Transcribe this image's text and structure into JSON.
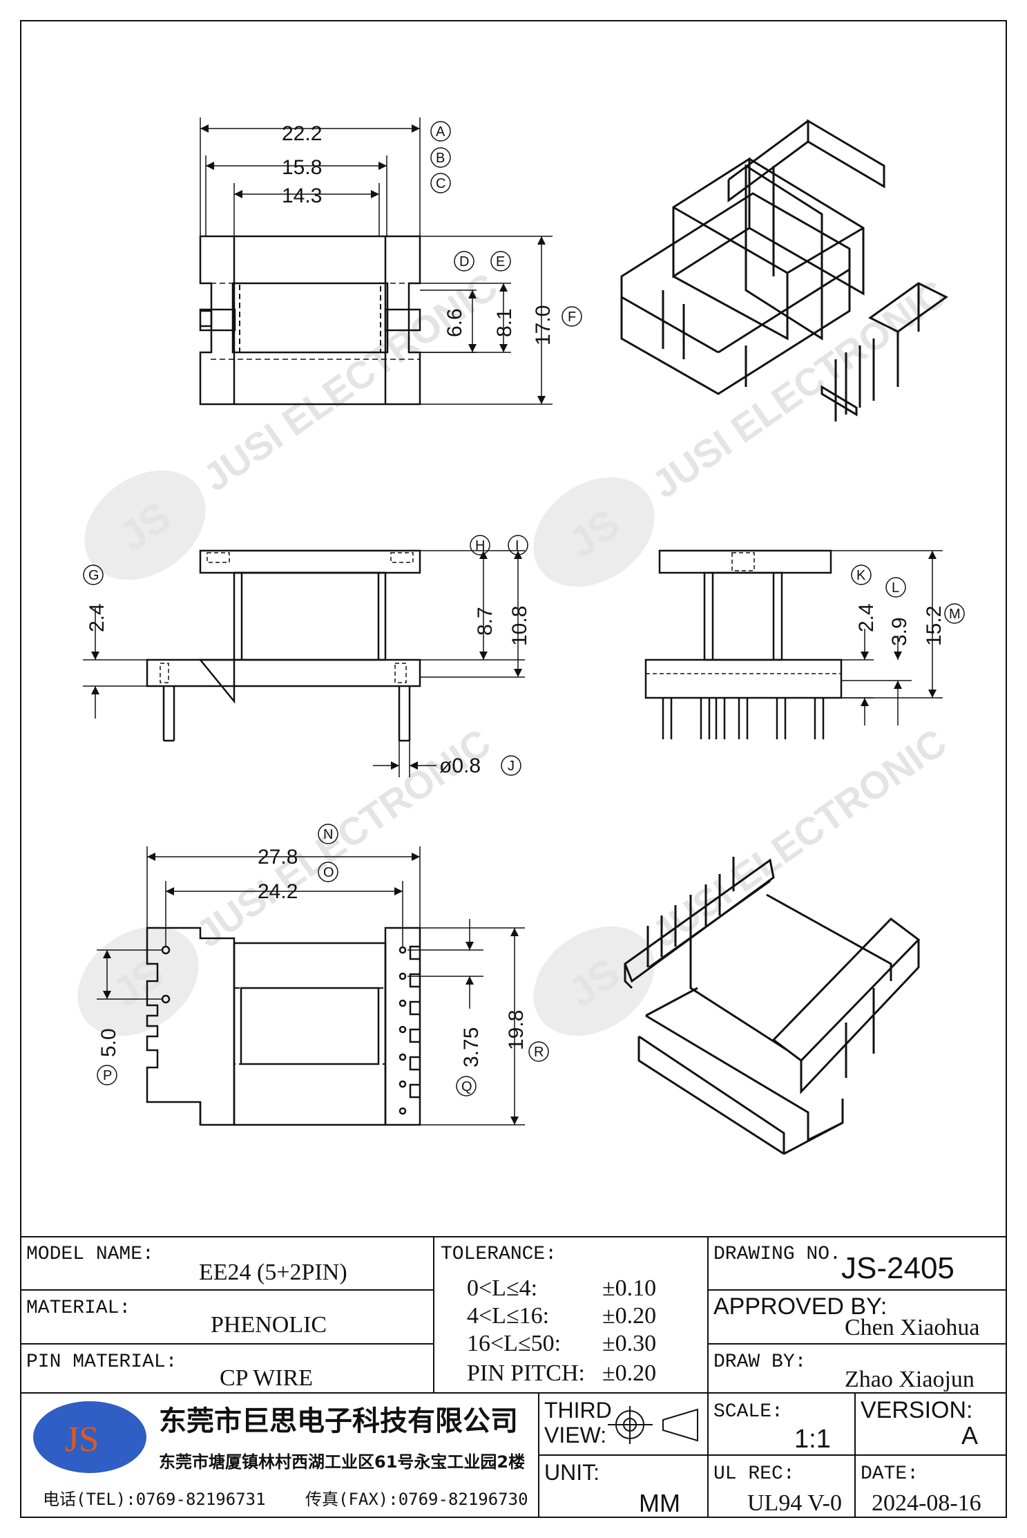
{
  "watermark": {
    "logo_text": "JS",
    "text": "JUSI ELECTRONIC"
  },
  "top_view": {
    "dims": [
      "22.2",
      "15.8",
      "14.3",
      "6.6",
      "8.1",
      "17.0"
    ],
    "markers": [
      "A",
      "B",
      "C",
      "D",
      "E",
      "F"
    ]
  },
  "front_view": {
    "dims": [
      "2.4",
      "8.7",
      "10.8",
      "ø0.8"
    ],
    "markers": [
      "G",
      "H",
      "I",
      "J"
    ]
  },
  "side_view": {
    "dims": [
      "2.4",
      "3.9",
      "15.2"
    ],
    "markers": [
      "K",
      "L",
      "M"
    ]
  },
  "bottom_view": {
    "dims": [
      "27.8",
      "24.2",
      "5.0",
      "3.75",
      "19.8"
    ],
    "markers": [
      "N",
      "O",
      "P",
      "Q",
      "R"
    ]
  },
  "title_block": {
    "model_name_label": "MODEL NAME:",
    "model_name": "EE24 (5+2PIN)",
    "material_label": "MATERIAL:",
    "material": "PHENOLIC",
    "pin_material_label": "PIN MATERIAL:",
    "pin_material": "CP WIRE",
    "tolerance_label": "TOLERANCE:",
    "tolerances": [
      {
        "range": "0<L≤4:",
        "value": "±0.10"
      },
      {
        "range": "4<L≤16:",
        "value": "±0.20"
      },
      {
        "range": "16<L≤50:",
        "value": "±0.30"
      },
      {
        "range": "PIN PITCH:",
        "value": "±0.20"
      }
    ],
    "drawing_no_label": "DRAWING NO.",
    "drawing_no": "JS-2405",
    "approved_by_label": "APPROVED BY:",
    "approved_by": "Chen Xiaohua",
    "draw_by_label": "DRAW BY:",
    "draw_by": "Zhao Xiaojun",
    "logo_text": "JS",
    "company_name": "东莞市巨思电子科技有限公司",
    "company_address": "东莞市塘厦镇林村西湖工业区61号永宝工业园2楼",
    "tel": "电话(TEL):0769-82196731",
    "fax": "传真(FAX):0769-82196730",
    "third_view_label_1": "THIRD",
    "third_view_label_2": "VIEW:",
    "unit_label": "UNIT:",
    "unit": "MM",
    "scale_label": "SCALE:",
    "scale": "1:1",
    "ul_rec_label": "UL REC:",
    "ul_rec": "UL94 V-0",
    "version_label": "VERSION:",
    "version": "A",
    "date_label": "DATE:",
    "date": "2024-08-16"
  },
  "colors": {
    "line": "#111111",
    "watermark": "#e4e4e4",
    "logo_blue": "#2f5fc4",
    "logo_text": "#e05a1a"
  }
}
